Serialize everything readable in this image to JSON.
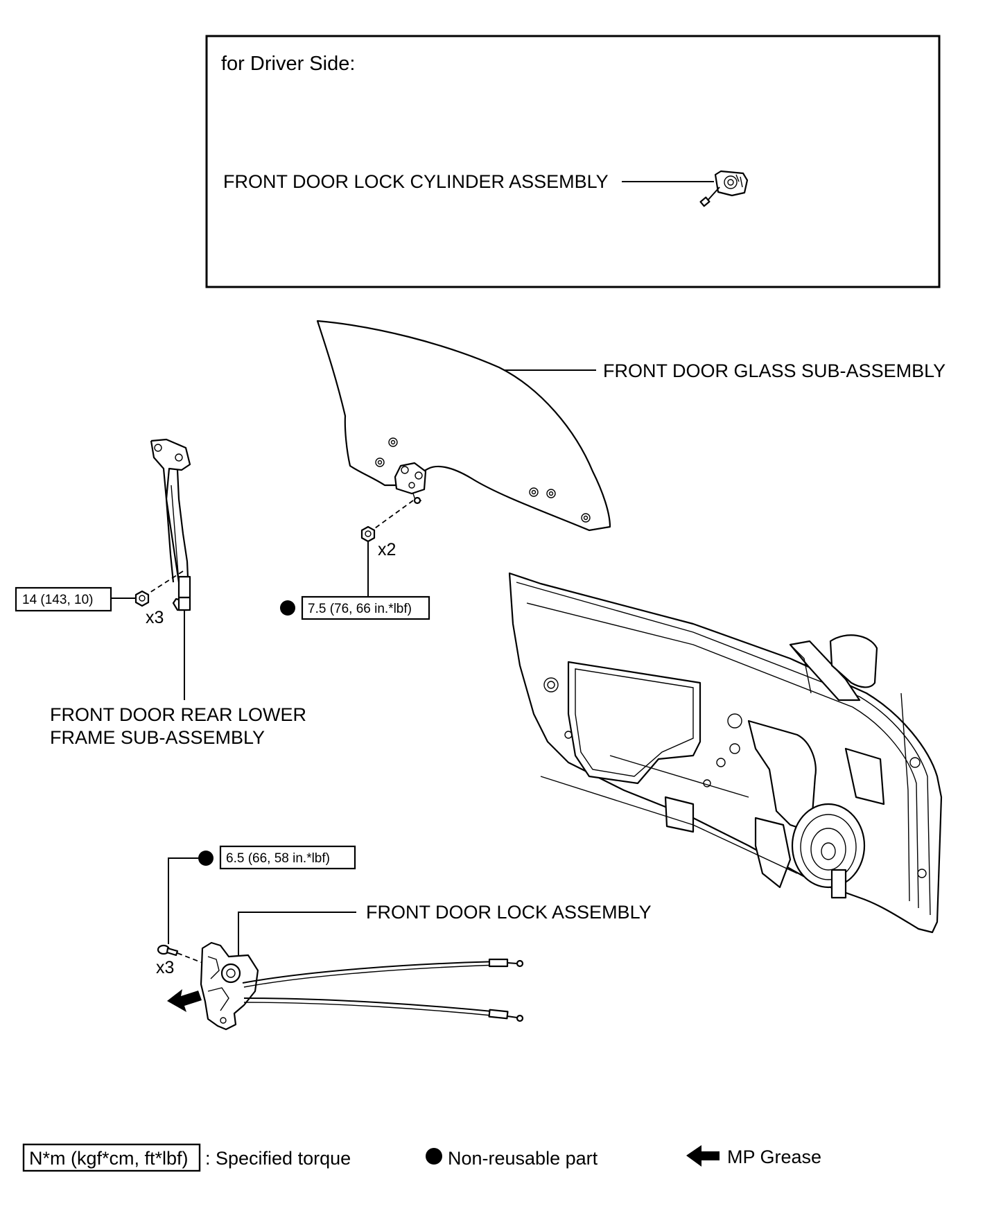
{
  "inset": {
    "title": "for Driver Side:",
    "lock_cylinder_label": "FRONT DOOR LOCK CYLINDER ASSEMBLY"
  },
  "labels": {
    "glass": "FRONT DOOR GLASS SUB-ASSEMBLY",
    "frame_line1": "FRONT DOOR REAR LOWER",
    "frame_line2": "FRAME SUB-ASSEMBLY",
    "lock": "FRONT DOOR LOCK ASSEMBLY"
  },
  "torques": {
    "frame": "14 (143, 10)",
    "glass": "7.5 (76, 66 in.*lbf)",
    "lock": "6.5 (66, 58 in.*lbf)"
  },
  "quantities": {
    "frame_nuts": "x3",
    "glass_nuts": "x2",
    "lock_screws": "x3"
  },
  "legend": {
    "torque_box": "N*m (kgf*cm, ft*lbf)",
    "torque_text": ": Specified torque",
    "nonreusable_text": "Non-reusable part",
    "grease_text": "MP Grease"
  },
  "icons": [
    "non-reusable-dot-icon",
    "grease-arrow-icon",
    "lock-cylinder-icon"
  ]
}
